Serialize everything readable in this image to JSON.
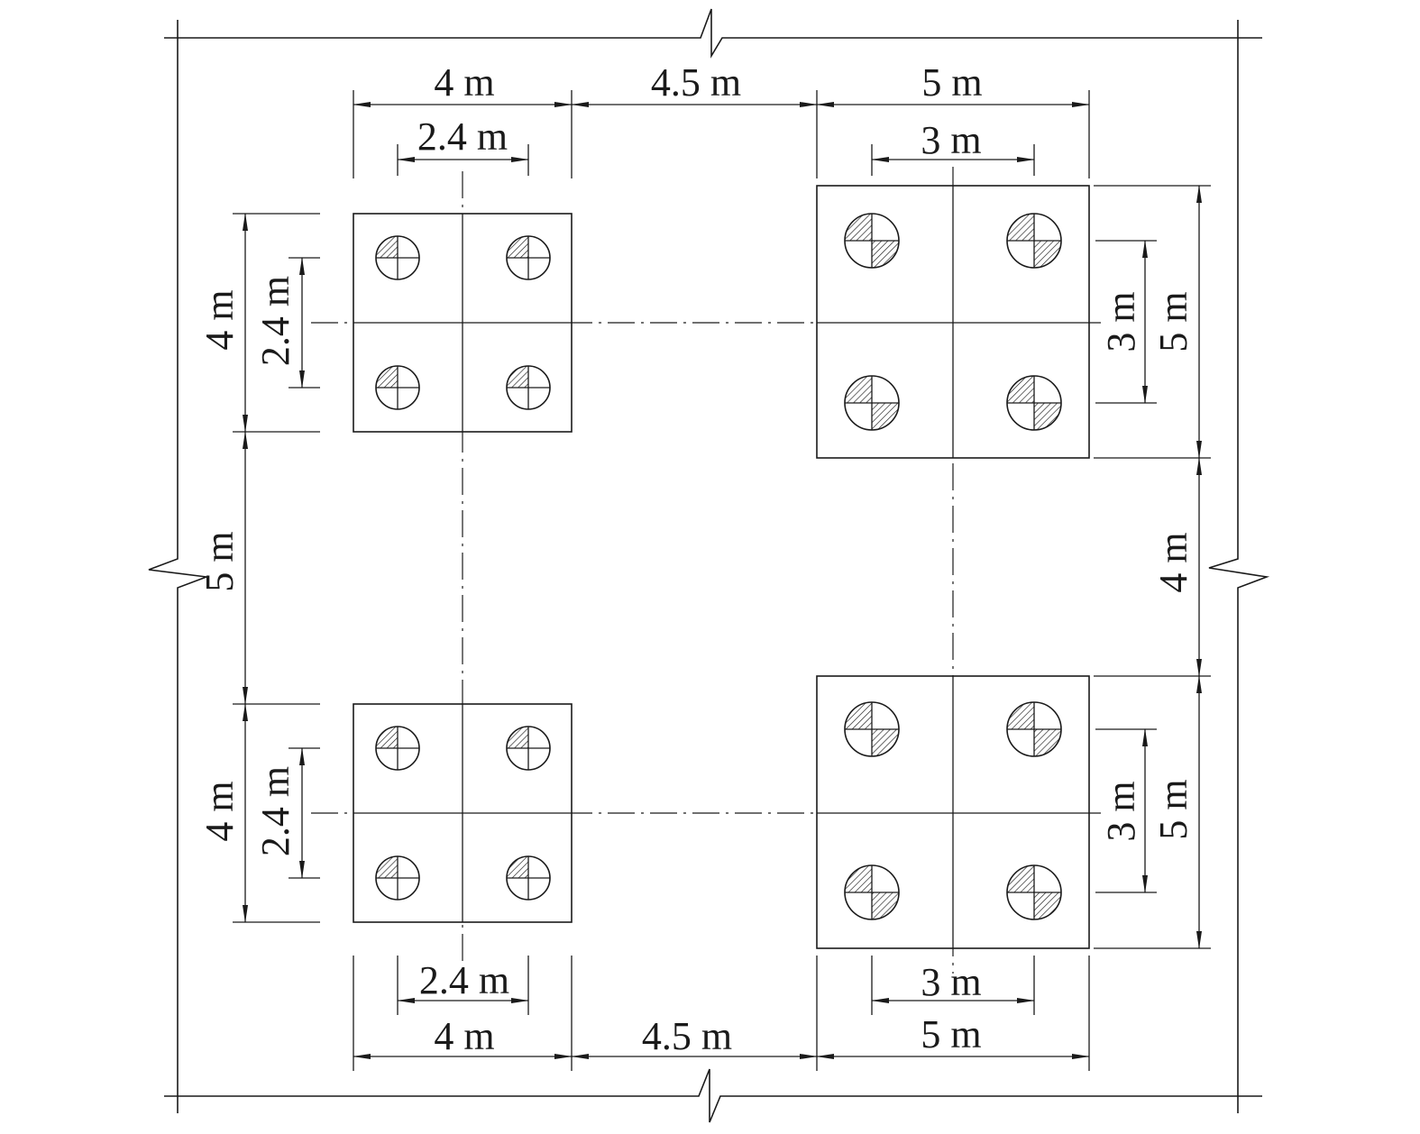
{
  "top": {
    "dims": [
      "4 m",
      "4.5 m",
      "5 m"
    ],
    "inner": [
      "2.4 m",
      "3 m"
    ]
  },
  "bottom": {
    "dims": [
      "4 m",
      "4.5 m",
      "5 m"
    ],
    "inner": [
      "2.4 m",
      "3 m"
    ]
  },
  "left": {
    "dims": [
      "4 m",
      "5 m",
      "4 m"
    ],
    "inner": [
      "2.4 m",
      "2.4 m"
    ]
  },
  "right": {
    "dims": [
      "5 m",
      "4 m",
      "5 m"
    ],
    "inner": [
      "3 m",
      "3 m"
    ]
  }
}
